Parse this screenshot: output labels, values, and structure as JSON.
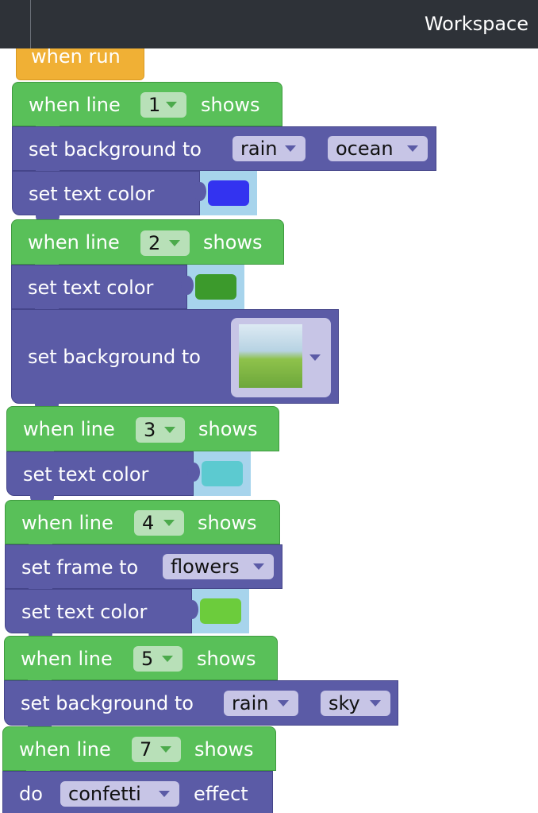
{
  "header": {
    "title": "Workspace"
  },
  "blocks": {
    "when_run": "when run",
    "when_line": "when line",
    "shows": "shows",
    "set_background_to": "set background to",
    "set_text_color": "set text color",
    "set_frame_to": "set frame to",
    "do": "do",
    "effect": "effect"
  },
  "line1": {
    "number": "1",
    "bg_weather": "rain",
    "bg_scene": "ocean",
    "text_color": "#3333f0"
  },
  "line2": {
    "number": "2",
    "text_color": "#3c9a2c",
    "bg_image": "green hills landscape"
  },
  "line3": {
    "number": "3",
    "text_color": "#5ccad0"
  },
  "line4": {
    "number": "4",
    "frame": "flowers",
    "text_color": "#6ccc3c"
  },
  "line5": {
    "number": "5",
    "bg_weather": "rain",
    "bg_scene": "sky"
  },
  "line7": {
    "number": "7",
    "effect": "confetti"
  },
  "colors": {
    "event": "#59c059",
    "looks": "#5b5ba6",
    "control": "#f0b035",
    "header": "#2e3238"
  },
  "icons": {
    "dropdown": "dropdown-arrow-icon"
  }
}
